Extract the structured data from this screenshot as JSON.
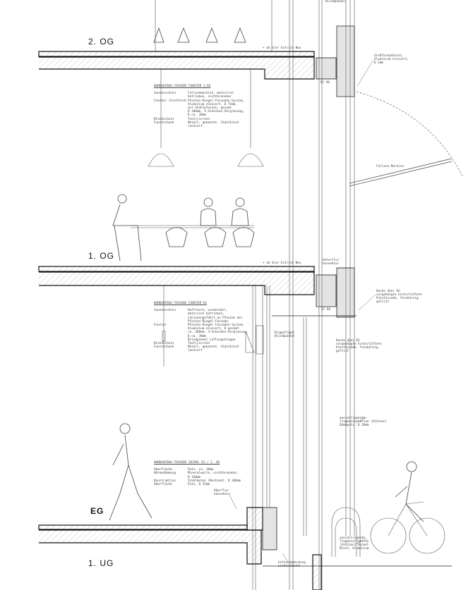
{
  "levels": {
    "og2": "2. OG",
    "og1": "1. OG",
    "eg": "EG",
    "ug1": "1. UG"
  },
  "notes": {
    "estrich_og2": "+ ab hier Estrich Neu",
    "estrich_og1": "+ ab hier Estrich Neu",
    "blindpaneel": "Blindpaneel",
    "grossformat": "Großformatblech,\nAluminium eloxiert,\nD 2mm",
    "ei90_top": "EI 90",
    "fallarm": "Fallarm-Markise",
    "unterflur": "Unterflur-\nkonvektor",
    "decke_eg_1": "Decke über EG\nvorgehängte hinterlüftete\nPutzfassade, feinkörnig,\ngefilzt",
    "ei90_mid": "EI 90",
    "decke_eg_2": "Decke über EG\nvorgehängte hinterlüftete\nPutzfassade, feinkörnig,\ngefilzt",
    "klappfluegel": "Klappflügel\nBlindpaneel",
    "tragkonstruktion_1": "aussenliegende\nTragkonstruktion (Stützen)\nDämmputz, D 20mm",
    "oberflur": "Oberflur-\nkonvektor",
    "tragkonstruktion_2": "aussenliegende\nTragkonstruktion\n(Stützen) Sockel\nBlech, Aluminium",
    "gitterabdeckung": "Gitterabdeckung\nLichtschacht"
  },
  "spec_og1": {
    "title": "WANDAUFBAU FASSADE FENSTER 1.OG",
    "rows": [
      {
        "k": "Sonnenschutz",
        "v": "Fallarmmarkise, motorisch\nbetrieben, nichtbrennbar"
      },
      {
        "k": "Fenster (Festfeld)",
        "v": "Pfosten-Riegel-Fassaden-System,\nAluminium eloxiert, D 75mm,\nmit Stahlpfosten, gesamt\nD 100mm, 3-Scheiben-Verglasung,\nD ca. 38mm"
      },
      {
        "k": "Blendschutz",
        "v": "Textilscreen"
      },
      {
        "k": "Fensterbank",
        "v": "Metall, gekantet, Stahlblech\nlackiert"
      }
    ]
  },
  "spec_eg": {
    "title": "WANDAUFBAU FASSADE FENSTER EG",
    "rows": [
      {
        "k": "Sonnenschutz",
        "v": "Raffstore, windstabil,\nmotorisch betrieben,\nschienengeführt an Pfosten der\nPfosten-Riegel-Fassade"
      },
      {
        "k": "Fenster",
        "v": "Pfosten-Riegel-Fassaden-System,\nAluminium eloxiert, D gesamt\nca. 200mm, 3-Scheiben-Verglasung,\nD ca. 38mm\nBlindpaneel Lüftungsklappe"
      },
      {
        "k": "Blendschutz",
        "v": "Textilscreen"
      },
      {
        "k": "Fensterbank",
        "v": "Metall, gekantet, Stahlblech\nlackiert"
      }
    ]
  },
  "spec_sockel": {
    "title": "WANDAUFBAU FASSADE SOCKEL EG / 1. UG",
    "rows": [
      {
        "k": "Oberfläche",
        "v": "Putz, ca. 10mm"
      },
      {
        "k": "Wärmedämmung",
        "v": "Mineralwolle, nichtbrennbar,\nD 160mm"
      },
      {
        "k": "Konstruktion",
        "v": "Stahlbeton (Bestand), D 200mm"
      },
      {
        "k": "Oberfläche",
        "v": "Putz, D 15mm"
      }
    ]
  }
}
